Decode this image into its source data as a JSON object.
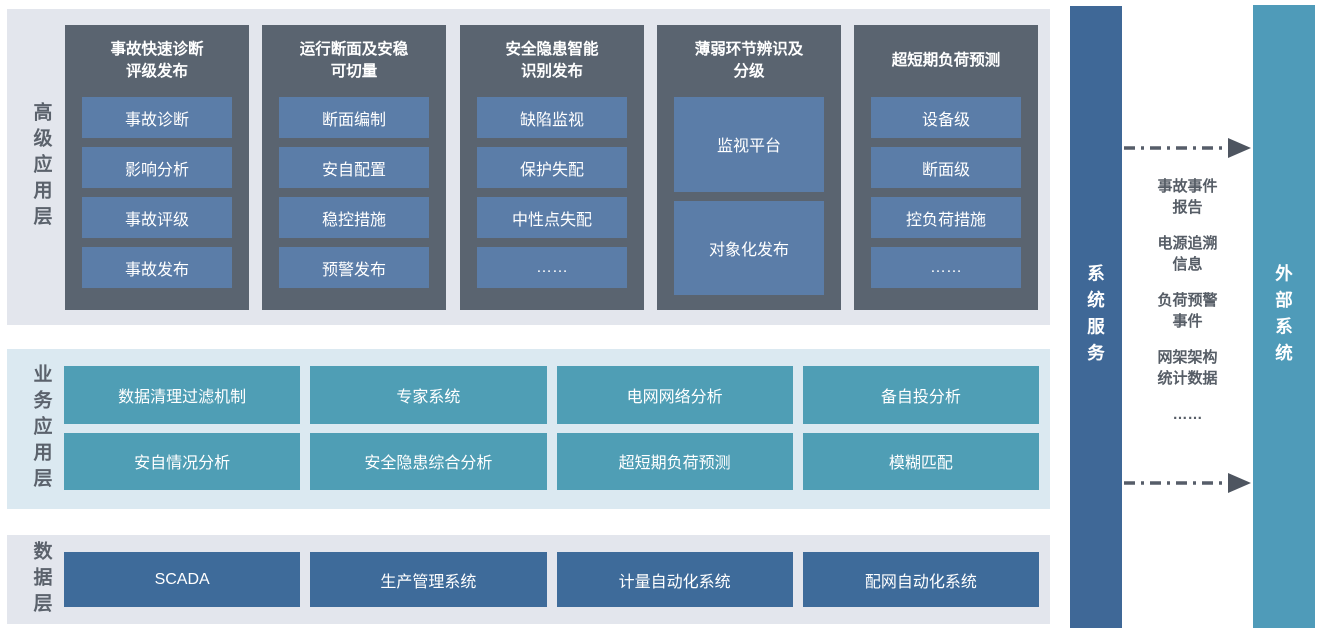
{
  "layers": {
    "advanced": {
      "label": "高级应用层",
      "columns": [
        {
          "title": "事故快速诊断\n评级发布",
          "items": [
            "事故诊断",
            "影响分析",
            "事故评级",
            "事故发布"
          ]
        },
        {
          "title": "运行断面及安稳\n可切量",
          "items": [
            "断面编制",
            "安自配置",
            "稳控措施",
            "预警发布"
          ]
        },
        {
          "title": "安全隐患智能\n识别发布",
          "items": [
            "缺陷监视",
            "保护失配",
            "中性点失配",
            "……"
          ]
        },
        {
          "title": "薄弱环节辨识及\n分级",
          "items": [
            "监视平台",
            "对象化发布"
          ]
        },
        {
          "title": "超短期负荷预测",
          "items": [
            "设备级",
            "断面级",
            "控负荷措施",
            "……"
          ]
        }
      ]
    },
    "business": {
      "label": "业务应用层",
      "items": [
        "数据清理过滤机制",
        "专家系统",
        "电网网络分析",
        "备自投分析",
        "安自情况分析",
        "安全隐患综合分析",
        "超短期负荷预测",
        "模糊匹配"
      ]
    },
    "data": {
      "label": "数据层",
      "items": [
        "SCADA",
        "生产管理系统",
        "计量自动化系统",
        "配网自动化系统"
      ]
    }
  },
  "system_service_bar": {
    "label": "系统服务"
  },
  "external_system_bar": {
    "label": "外部系统"
  },
  "service_outputs": {
    "items": [
      "事故事件\n报告",
      "电源追溯\n信息",
      "负荷预警\n事件",
      "网架架构\n统计数据",
      "……"
    ]
  },
  "colors": {
    "panel_gray": "#e3e6ed",
    "panel_blue": "#dbe9f1",
    "column_slate": "#5a6470",
    "item_steel_blue": "#5b7da8",
    "item_teal": "#4f9eb5",
    "item_dark_blue": "#3e6b9a",
    "service_bar": "#3f6897",
    "external_bar": "#4f9bb9",
    "label_text": "#5b626c",
    "arrow": "#535a66"
  }
}
